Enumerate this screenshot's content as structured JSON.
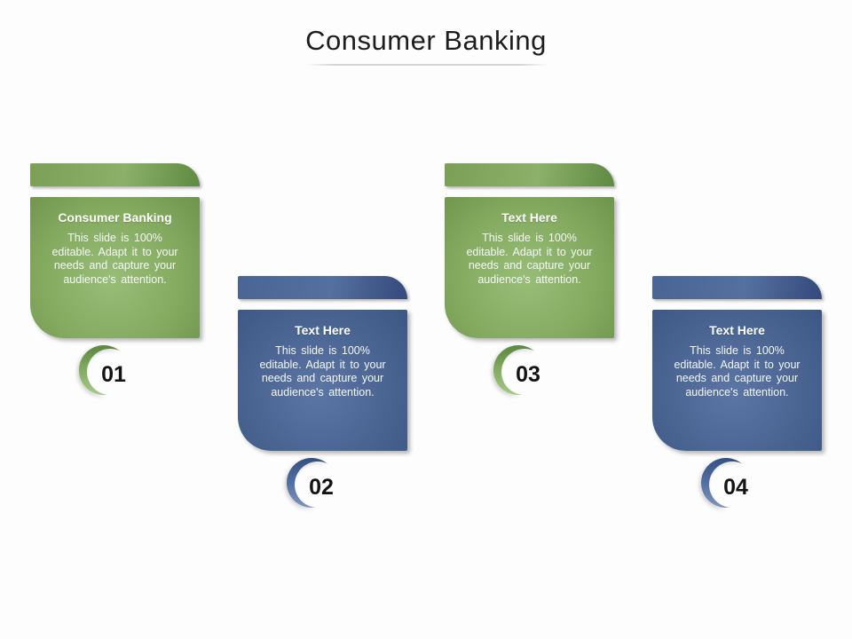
{
  "slide": {
    "title": "Consumer Banking"
  },
  "colors": {
    "green_strip_start": "#7b9f55",
    "green_strip_end": "#5e8a42",
    "green_panel_center": "#98bd78",
    "green_panel_edge": "#6e944d",
    "blue_strip_start": "#4a6593",
    "blue_strip_end": "#34497c",
    "blue_panel_center": "#5b76a5",
    "blue_panel_edge": "#3d5784",
    "crescent_green_dark": "#53803a",
    "crescent_green_light": "#accf90",
    "crescent_blue_dark": "#2d4a7d",
    "crescent_blue_light": "#8a9ec5"
  },
  "cards": [
    {
      "number": "01",
      "theme": "green",
      "title": "Consumer Banking",
      "body": "This slide is 100%\neditable. Adapt it to your\nneeds and capture your\naudience's attention."
    },
    {
      "number": "02",
      "theme": "blue",
      "title": "Text Here",
      "body": "This slide is 100%\neditable. Adapt it to your\nneeds and capture your\naudience's attention."
    },
    {
      "number": "03",
      "theme": "green",
      "title": "Text Here",
      "body": "This slide is 100%\neditable. Adapt it to your\nneeds and capture your\naudience's attention."
    },
    {
      "number": "04",
      "theme": "blue",
      "title": "Text Here",
      "body": "This slide is 100%\neditable. Adapt it to your\nneeds and capture your\naudience's attention."
    }
  ]
}
